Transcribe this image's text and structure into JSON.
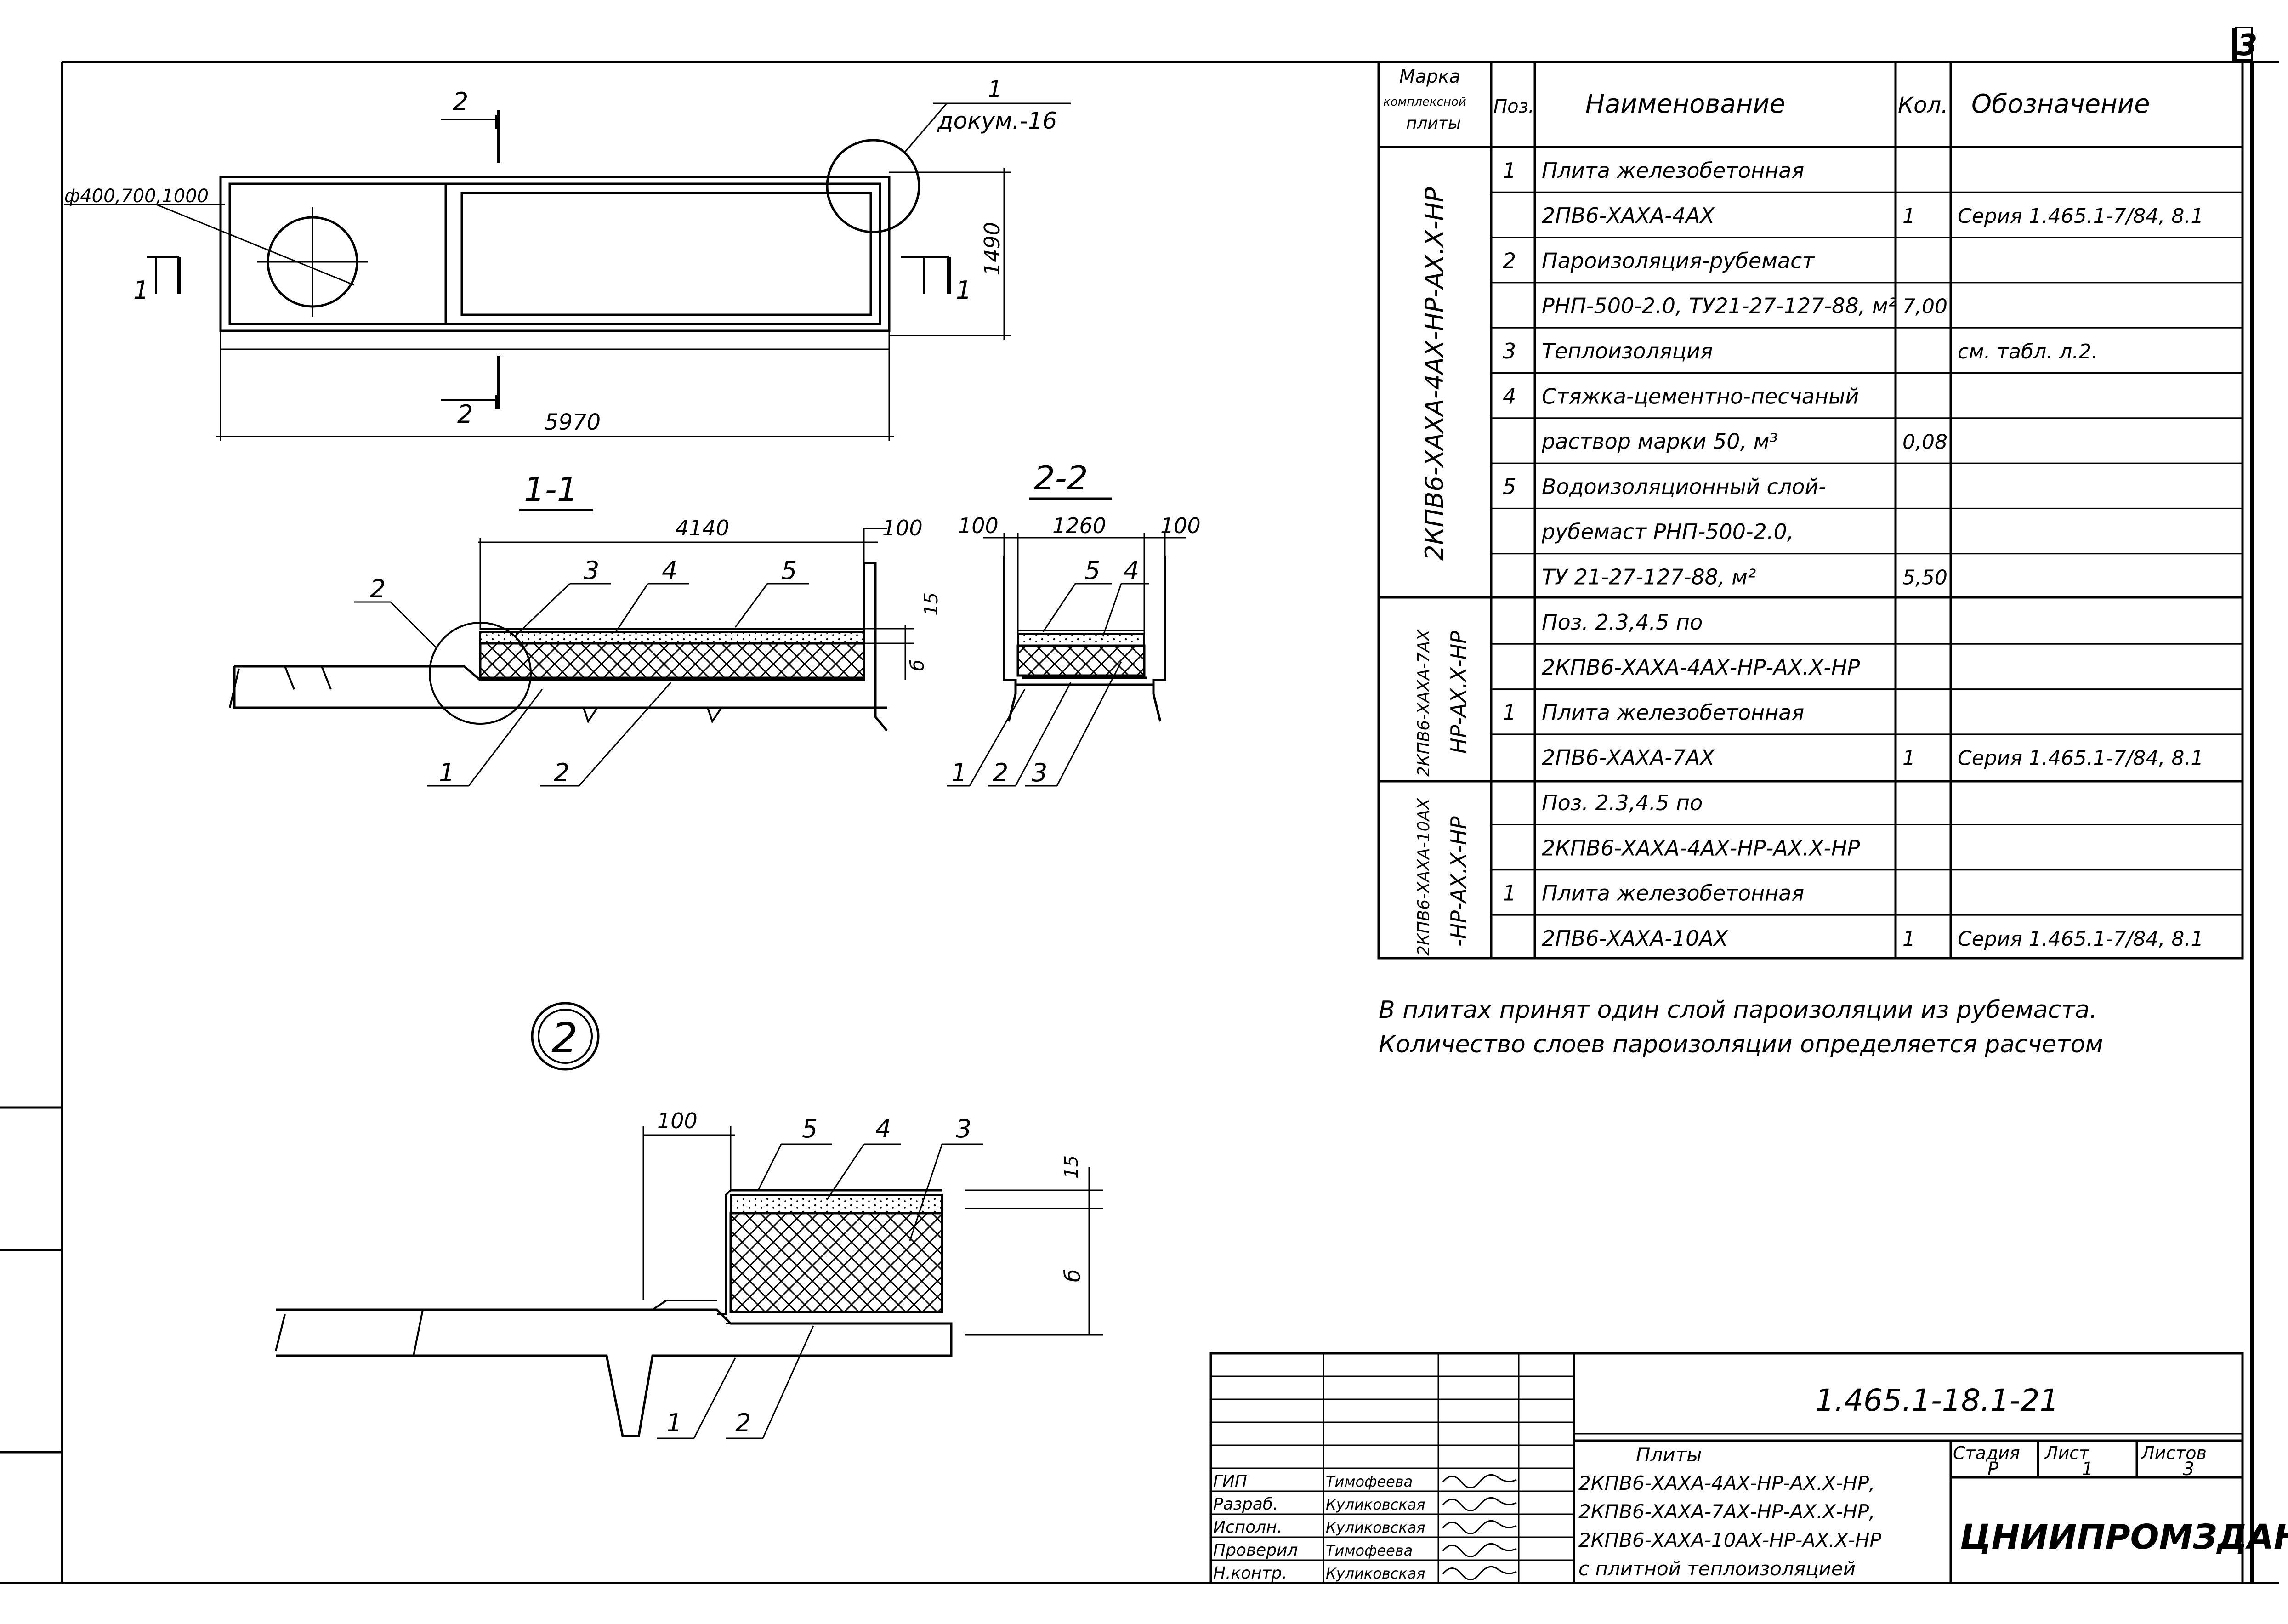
{
  "sheet_corner": "3",
  "plan_view": {
    "callout_num": "1",
    "callout_ref": "докум.-16",
    "hole_label": "ф400,700,1000",
    "dim_length": "5970",
    "dim_width": "1490",
    "section1_left": "1",
    "section1_right": "1",
    "section2_top": "2",
    "section2_bottom": "2"
  },
  "section_1_1": {
    "title": "1-1",
    "dim_span": "4140",
    "dim_edge": "100",
    "dim_15": "15",
    "dim_b": "б",
    "callouts": [
      "2",
      "3",
      "4",
      "5",
      "1",
      "2"
    ]
  },
  "section_2_2": {
    "title": "2-2",
    "dim_left": "100",
    "dim_mid": "1260",
    "dim_right": "100",
    "callouts": [
      "5",
      "4",
      "1",
      "2",
      "3"
    ]
  },
  "detail_2": {
    "marker": "2",
    "dim_100": "100",
    "dim_15": "15",
    "dim_b": "б",
    "callouts": [
      "5",
      "4",
      "3",
      "1",
      "2"
    ]
  },
  "spec_table": {
    "headers": {
      "mark_line1": "Марка",
      "mark_line2": "комплексной",
      "mark_line3": "плиты",
      "pos": "Поз.",
      "name": "Наименование",
      "qty": "Кол.",
      "designation": "Обозначение"
    },
    "groups": [
      {
        "mark": "2КПВ6-ХАХА-4АХ-НР-АХ.Х-НР"
      },
      {
        "mark_line1": "2КПВ6-ХАХА-7АХ",
        "mark_line2": "НР-АХ.Х-НР"
      },
      {
        "mark_line1": "2КПВ6-ХАХА-10АХ",
        "mark_line2": "-НР-АХ.Х-НР"
      }
    ],
    "rows": [
      {
        "pos": "1",
        "name": "Плита железобетонная",
        "qty": "",
        "designation": ""
      },
      {
        "pos": "",
        "name": "2ПВ6-ХАХА-4АХ",
        "qty": "1",
        "designation": "Серия 1.465.1-7/84, 8.1"
      },
      {
        "pos": "2",
        "name": "Пароизоляция-рубемаст",
        "qty": "",
        "designation": ""
      },
      {
        "pos": "",
        "name": "РНП-500-2.0, ТУ21-27-127-88, м²",
        "qty": "7,00",
        "designation": ""
      },
      {
        "pos": "3",
        "name": "Теплоизоляция",
        "qty": "",
        "designation": "см. табл. л.2."
      },
      {
        "pos": "4",
        "name": "Стяжка-цементно-песчаный",
        "qty": "",
        "designation": ""
      },
      {
        "pos": "",
        "name": "раствор марки 50,        м³",
        "qty": "0,08",
        "designation": ""
      },
      {
        "pos": "5",
        "name": "Водоизоляционный слой-",
        "qty": "",
        "designation": ""
      },
      {
        "pos": "",
        "name": "рубемаст РНП-500-2.0,",
        "qty": "",
        "designation": ""
      },
      {
        "pos": "",
        "name": "ТУ 21-27-127-88,         м²",
        "qty": "5,50",
        "designation": ""
      },
      {
        "pos": "",
        "name": "Поз. 2.3,4.5 по",
        "qty": "",
        "designation": ""
      },
      {
        "pos": "",
        "name": "2КПВ6-ХАХА-4АХ-НР-АХ.Х-НР",
        "qty": "",
        "designation": ""
      },
      {
        "pos": "1",
        "name": "Плита железобетонная",
        "qty": "",
        "designation": ""
      },
      {
        "pos": "",
        "name": "2ПВ6-ХАХА-7АХ",
        "qty": "1",
        "designation": "Серия 1.465.1-7/84, 8.1"
      },
      {
        "pos": "",
        "name": "Поз. 2.3,4.5 по",
        "qty": "",
        "designation": ""
      },
      {
        "pos": "",
        "name": "2КПВ6-ХАХА-4АХ-НР-АХ.Х-НР",
        "qty": "",
        "designation": ""
      },
      {
        "pos": "1",
        "name": "Плита железобетонная",
        "qty": "",
        "designation": ""
      },
      {
        "pos": "",
        "name": "2ПВ6-ХАХА-10АХ",
        "qty": "1",
        "designation": "Серия 1.465.1-7/84, 8.1"
      }
    ]
  },
  "notes": {
    "line1": "В плитах принят один слой пароизоляции из рубемаста.",
    "line2": "Количество слоев пароизоляции определяется расчетом"
  },
  "title_block": {
    "code": "1.465.1-18.1-21",
    "roles": [
      "ГИП",
      "Разраб.",
      "Исполн.",
      "Проверил",
      "Н.контр."
    ],
    "names": [
      "Тимофеева",
      "Куликовская",
      "Куликовская",
      "Тимофеева",
      "Куликовская"
    ],
    "title_lines": [
      "Плиты",
      "2КПВ6-ХАХА-4АХ-НР-АХ.Х-НР,",
      "2КПВ6-ХАХА-7АХ-НР-АХ.Х-НР,",
      "2КПВ6-ХАХА-10АХ-НР-АХ.Х-НР",
      "с плитной теплоизоляцией"
    ],
    "stage_label": "Стадия",
    "sheet_label": "Лист",
    "sheets_label": "Листов",
    "stage": "Р",
    "sheet": "1",
    "sheets": "3",
    "org": "ЦНИИПРОМЗДАНИЙ"
  }
}
